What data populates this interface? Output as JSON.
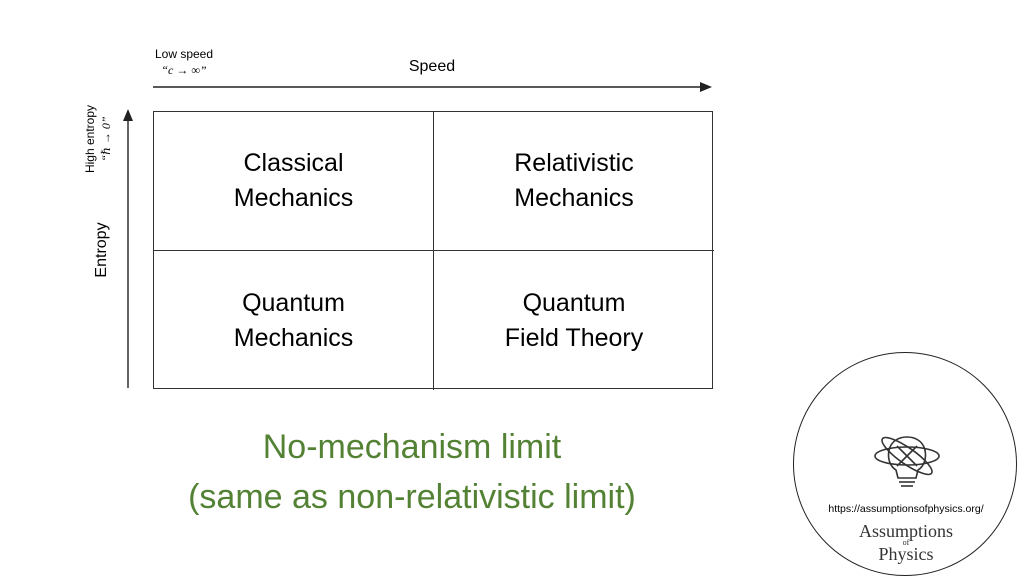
{
  "axes": {
    "speed_low_label": "Low speed",
    "speed_low_math": "“c → ∞”",
    "speed_title": "Speed",
    "entropy_high_label": "High entropy",
    "entropy_high_math": "“ℏ → 0”",
    "entropy_title": "Entropy"
  },
  "grid": {
    "cells": [
      {
        "label": "Classical\nMechanics"
      },
      {
        "label": "Relativistic\nMechanics"
      },
      {
        "label": "Quantum\nMechanics"
      },
      {
        "label": "Quantum\nField Theory"
      }
    ]
  },
  "caption": {
    "line1": "No-mechanism limit",
    "line2": "(same as non-relativistic limit)"
  },
  "logo": {
    "url": "https://assumptionsofphysics.org/",
    "name_line1": "Assumptions",
    "name_of": "of",
    "name_line2": "Physics",
    "icon": "lightbulb-atom-icon"
  },
  "colors": {
    "caption": "#548235",
    "lines": "#333333"
  }
}
